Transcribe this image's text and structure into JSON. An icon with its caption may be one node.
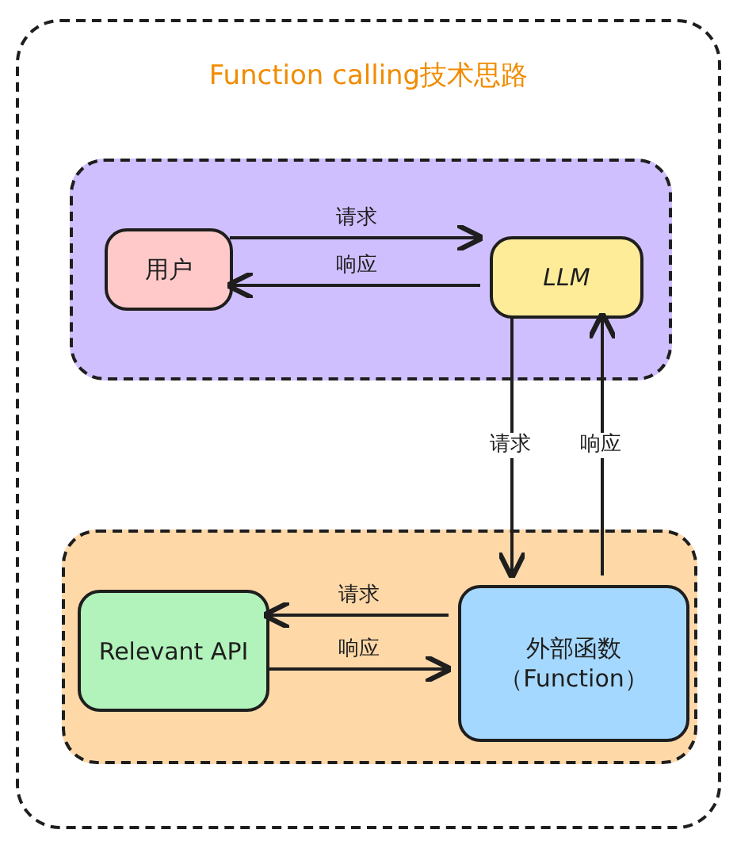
{
  "diagram": {
    "nodes": [
      {
        "text": [
          "Function calling技术思路"
        ]
      },
      {
        "text": [],
        "shape": "box",
        "in": 0
      },
      {
        "text": [
          "用户"
        ],
        "in": 1
      },
      {
        "text": [
          "LLM"
        ],
        "in": 1
      },
      {
        "text": [],
        "shape": "box",
        "in": 0
      },
      {
        "text": [
          "Relevant API"
        ],
        "in": 4
      },
      {
        "text": [
          "外部函数（Function）"
        ],
        "in": 4
      }
    ],
    "edges": [
      {
        "from": 2,
        "to": 3,
        "arrow": "to",
        "label": "请求"
      },
      {
        "from": 3,
        "to": 2,
        "arrow": "to",
        "label": "响应"
      },
      {
        "from": 3,
        "to": 6,
        "arrow": "to",
        "label": "请求"
      },
      {
        "from": 6,
        "to": 3,
        "arrow": "to",
        "label": "响应"
      },
      {
        "from": 6,
        "to": 5,
        "arrow": "to",
        "label": "请求"
      },
      {
        "from": 5,
        "to": 6,
        "arrow": "to",
        "label": "响应"
      }
    ]
  }
}
